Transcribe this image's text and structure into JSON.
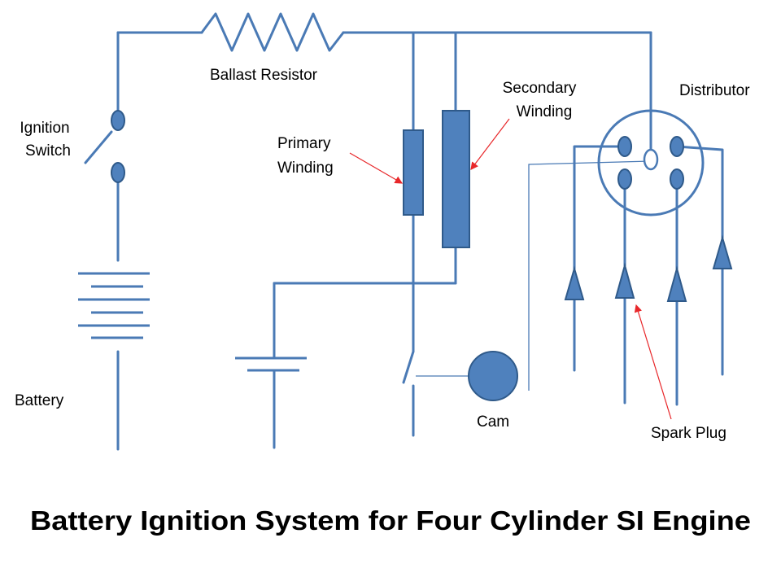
{
  "title": "Battery Ignition System for Four Cylinder SI Engine",
  "labels": {
    "ballast_resistor": "Ballast Resistor",
    "ignition_line1": "Ignition",
    "ignition_line2": "Switch",
    "battery": "Battery",
    "primary_line1": "Primary",
    "primary_line2": "Winding",
    "secondary_line1": "Secondary",
    "secondary_line2": "Winding",
    "distributor": "Distributor",
    "cam": "Cam",
    "spark_plug": "Spark Plug"
  },
  "colors": {
    "wire": "#4a7ab5",
    "component_fill": "#4f81bd",
    "component_stroke": "#2f5a8a",
    "pointer_arrow": "#e8272a",
    "text": "#000000"
  }
}
